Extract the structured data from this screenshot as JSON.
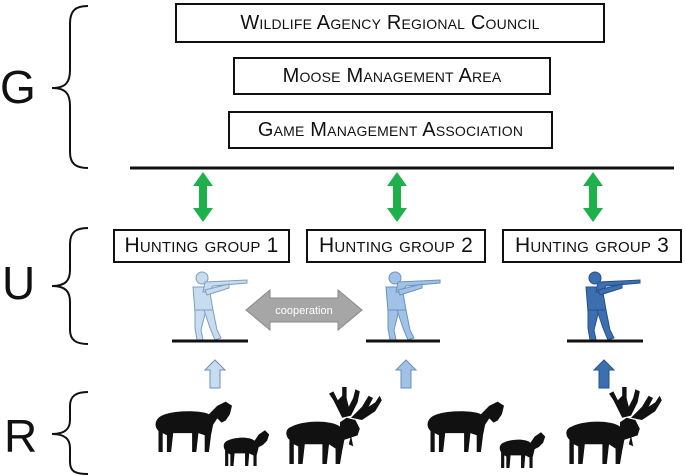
{
  "levels": {
    "g": "G",
    "u": "U",
    "r": "R"
  },
  "governance_boxes": [
    "Wildlife Agency Regional Council",
    "Moose Management Area",
    "Game Management Association"
  ],
  "hunting_groups": [
    {
      "label": "Hunting group 1",
      "hunter_color": "#c8dcf0"
    },
    {
      "label": "Hunting group 2",
      "hunter_color": "#9fc2e6"
    },
    {
      "label": "Hunting group 3",
      "hunter_color": "#3d6fb0"
    }
  ],
  "cooperation_label": "cooperation",
  "colors": {
    "governance_link_arrow": "#1eb04b",
    "cooperation_arrow": "#a6a6a6",
    "resource_arrows": [
      "#c8dcf0",
      "#9fc2e6",
      "#3d6fb0"
    ],
    "animal_silhouette": "#111111"
  },
  "icons": {
    "hunter": "rifle-hunter-icon",
    "moose": "moose-icon",
    "calf": "moose-calf-icon"
  }
}
